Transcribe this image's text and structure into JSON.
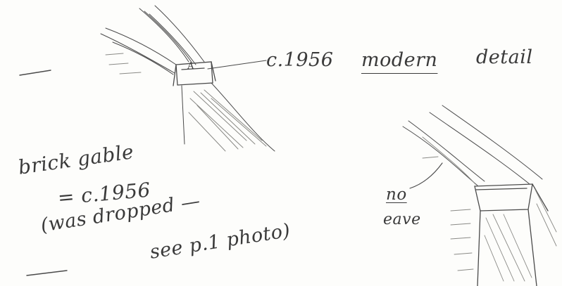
{
  "notes": {
    "label_a": "A",
    "date_label": "c.1956",
    "modern_label": "modern",
    "detail_label": "detail",
    "brick_line": "brick gable",
    "date_line": "= c.1956",
    "was_line": "(was dropped —",
    "see_line": "see p.1 photo)",
    "no_label": "no",
    "eave_label": "eave"
  },
  "colors": {
    "paper": "#fdfdfb",
    "pencil": "#4a4a4a",
    "shading": "#8a8a86"
  }
}
